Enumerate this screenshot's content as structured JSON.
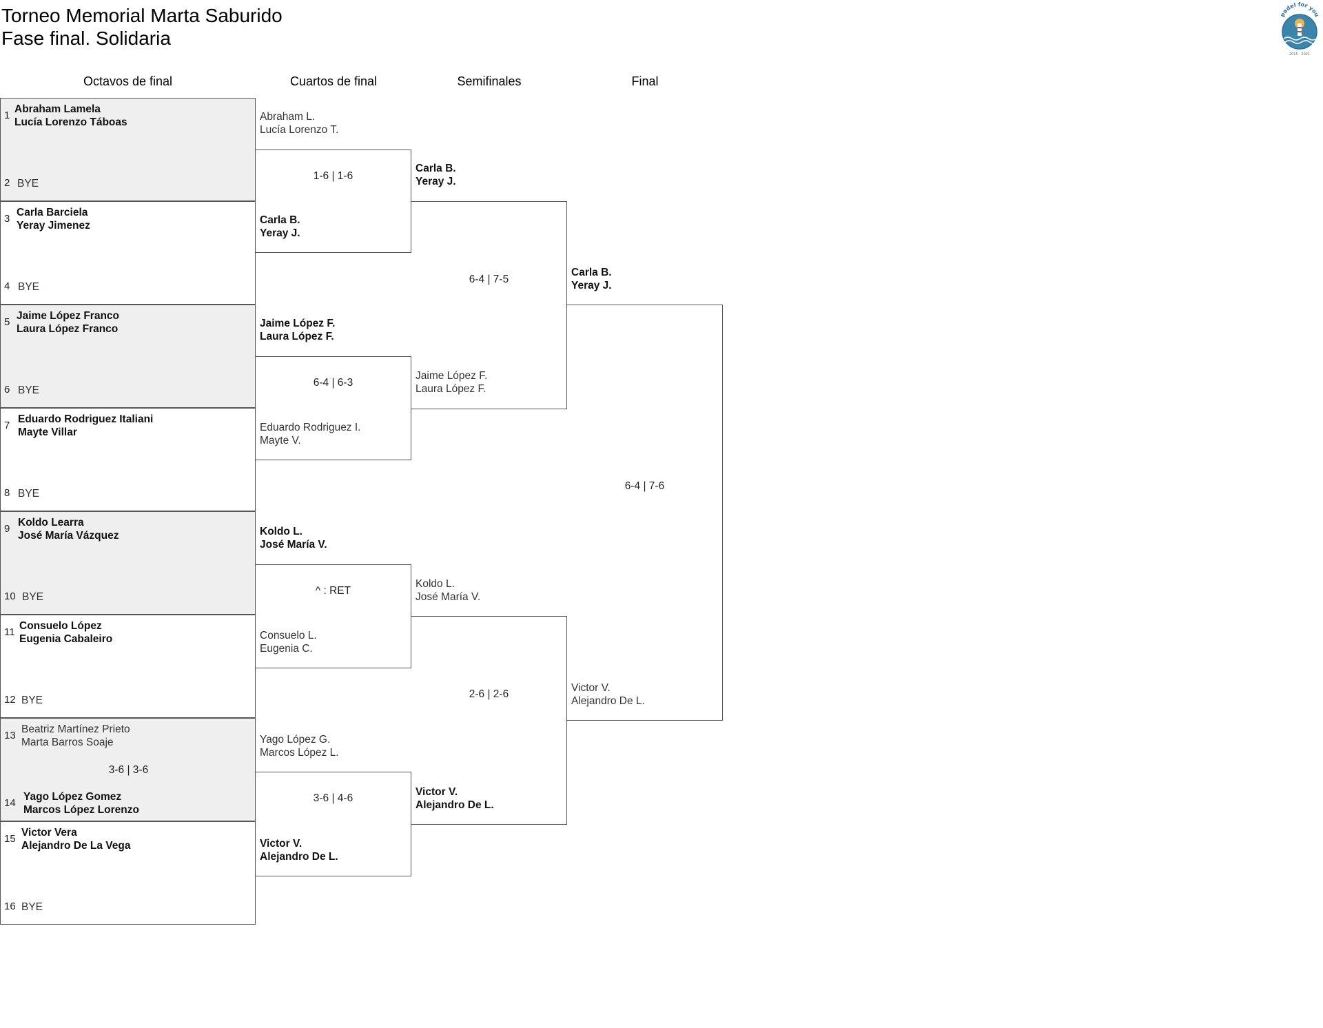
{
  "header": {
    "title_line1": "Torneo Memorial Marta Saburido",
    "title_line2": "Fase final. Solidaria",
    "logo_text": "padel for you",
    "logo_year": "2015 · 2021"
  },
  "rounds": [
    "Octavos de final",
    "Cuartos de final",
    "Semifinales",
    "Final"
  ],
  "r16": [
    {
      "seeds": [
        "1",
        "2"
      ],
      "top": [
        "Abraham Lamela",
        "Lucía Lorenzo Táboas"
      ],
      "bottom": "BYE",
      "score": ""
    },
    {
      "seeds": [
        "3",
        "4"
      ],
      "top": [
        "Carla Barciela",
        "Yeray Jimenez"
      ],
      "bottom": "BYE",
      "score": ""
    },
    {
      "seeds": [
        "5",
        "6"
      ],
      "top": [
        "Jaime López Franco",
        "Laura López Franco"
      ],
      "bottom": "BYE",
      "score": ""
    },
    {
      "seeds": [
        "7",
        "8"
      ],
      "top": [
        "Eduardo Rodriguez Italiani",
        "Mayte Villar"
      ],
      "bottom": "BYE",
      "score": ""
    },
    {
      "seeds": [
        "9",
        "10"
      ],
      "top": [
        "Koldo Learra",
        "José María Vázquez"
      ],
      "bottom": "BYE",
      "score": ""
    },
    {
      "seeds": [
        "11",
        "12"
      ],
      "top": [
        "Consuelo López",
        "Eugenia Cabaleiro"
      ],
      "bottom": "BYE",
      "score": ""
    },
    {
      "seeds": [
        "13",
        "14"
      ],
      "top": [
        "Beatriz Martínez Prieto",
        "Marta Barros Soaje"
      ],
      "bottom_pair": [
        "Yago López Gomez",
        "Marcos López Lorenzo"
      ],
      "score": "3-6 | 3-6"
    },
    {
      "seeds": [
        "15",
        "16"
      ],
      "top": [
        "Victor Vera",
        "Alejandro De La Vega"
      ],
      "bottom": "BYE",
      "score": ""
    }
  ],
  "qf": [
    {
      "top": [
        "Abraham L.",
        "Lucía Lorenzo T."
      ],
      "score": "1-6 | 1-6",
      "bottom": [
        "Carla B.",
        "Yeray J."
      ]
    },
    {
      "top": [
        "Jaime López F.",
        "Laura López F."
      ],
      "score": "6-4 | 6-3",
      "bottom": [
        "Eduardo Rodriguez I.",
        "Mayte V."
      ]
    },
    {
      "top": [
        "Koldo L.",
        "José María V."
      ],
      "score": "^ : RET",
      "bottom": [
        "Consuelo L.",
        "Eugenia C."
      ]
    },
    {
      "top": [
        "Yago López G.",
        "Marcos López L."
      ],
      "score": "3-6 | 4-6",
      "bottom": [
        "Victor V.",
        "Alejandro De L."
      ]
    }
  ],
  "sf": [
    {
      "top": [
        "Carla B.",
        "Yeray J."
      ],
      "score": "6-4 | 7-5",
      "bottom": [
        "Jaime López F.",
        "Laura López F."
      ]
    },
    {
      "top": [
        "Koldo L.",
        "José María V."
      ],
      "score": "2-6 | 2-6",
      "bottom": [
        "Victor V.",
        "Alejandro De L."
      ]
    }
  ],
  "final": {
    "top": [
      "Carla B.",
      "Yeray J."
    ],
    "score": "6-4 | 7-6",
    "bottom": [
      "Victor V.",
      "Alejandro De L."
    ]
  }
}
